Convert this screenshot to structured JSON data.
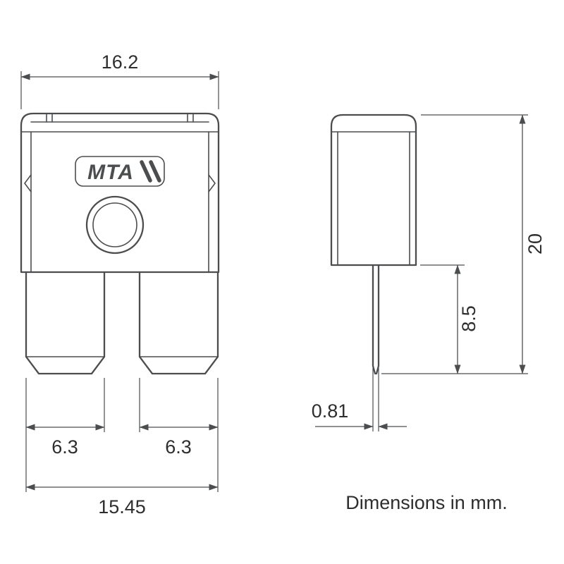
{
  "colors": {
    "line": "#4b4d4f",
    "text": "#2e2e2e"
  },
  "logo": "MTA",
  "note": "Dimensions in mm.",
  "dims": {
    "top_width": "16.2",
    "blade_width_left": "6.3",
    "blade_width_right": "6.3",
    "bottom_width": "15.45",
    "overall_height": "20",
    "blade_length": "8.5",
    "blade_thickness": "0.81"
  }
}
